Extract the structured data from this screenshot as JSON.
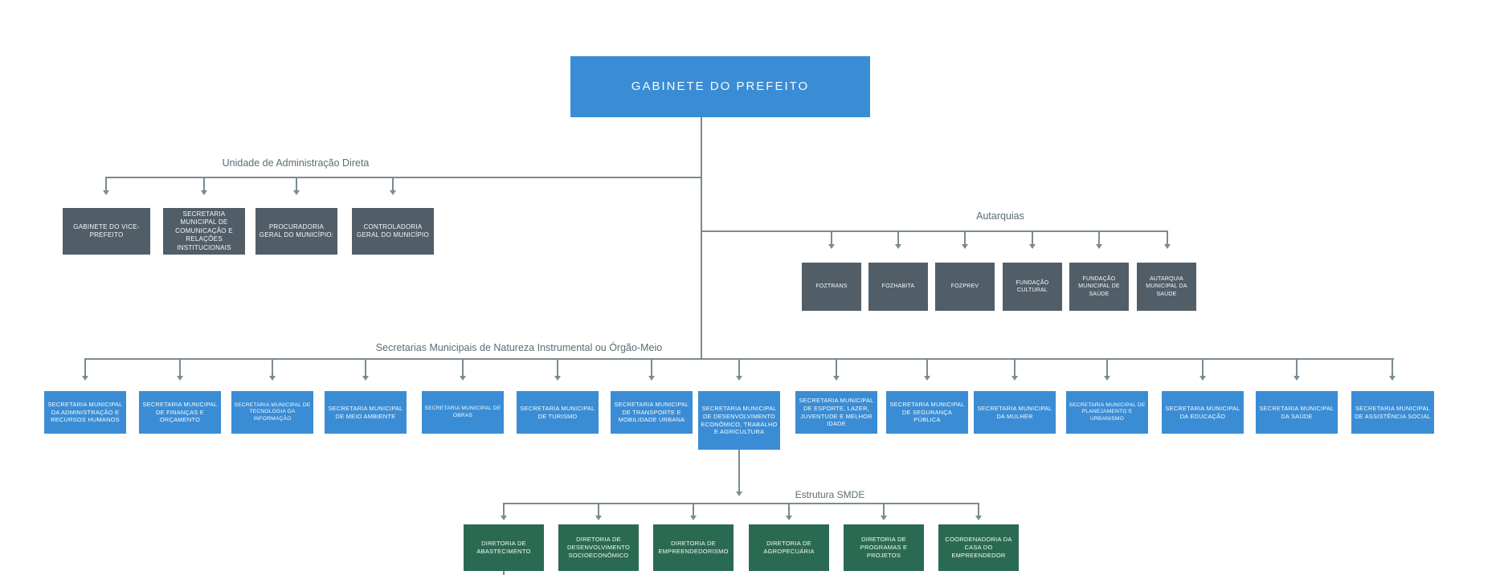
{
  "root": "GABINETE DO PREFEITO",
  "sections": {
    "direta": {
      "label": "Unidade de Administração Direta",
      "boxes": [
        "GABINETE DO VICE-PREFEITO",
        "SECRETARIA MUNICIPAL DE COMUNICAÇÃO E RELAÇÕES INSTITUCIONAIS",
        "PROCURADORIA GERAL DO MUNICÍPIO:",
        "CONTROLADORIA GERAL DO MUNICÍPIO"
      ]
    },
    "autarquias": {
      "label": "Autarquias",
      "boxes": [
        "FOZTRANS",
        "FOZHABITA",
        "FOZPREV",
        "FUNDAÇÃO CULTURAL",
        "FUNDAÇÃO MUNICIPAL DE SAÚDE",
        "AUTARQUIA MUNICIPAL DA SAÚDE"
      ]
    },
    "secretarias": {
      "label": "Secretarias Municipais de Natureza Instrumental ou Órgão-Meio",
      "boxes": [
        "SECRETARIA MUNICIPAL DA ADMINISTRAÇÃO E RECURSOS HUMANOS",
        "SECRETARIA MUNICIPAL DE FINANÇAS E ORÇAMENTO",
        "SECRETARIA MUNICIPAL DE TECNOLOGIA DA INFORMAÇÃO",
        "SECRETARIA MUNICIPAL DE MEIO AMBIENTE",
        "SECRETARIA MUNICIPAL DE OBRAS",
        "SECRETARIA MUNICIPAL DE TURISMO",
        "SECRETARIA MUNICIPAL DE TRANSPORTE E MOBILIDADE URBANA",
        "SECRETARIA MUNICIPAL DE DESENVOLVIMENTO ECONÔMICO, TRABALHO E AGRICULTURA",
        "SECRETARIA MUNICIPAL DE ESPORTE, LAZER, JUVENTUDE E MELHOR IDADE",
        "SECRETARIA MUNICIPAL DE SEGURANÇA PÚBLICA",
        "SECRETARIA MUNICIPAL DA MULHER",
        "SECRETARIA MUNICIPAL DE PLANEJAMENTO E URBANISMO",
        "SECRETARIA MUNICIPAL DA EDUCAÇÃO",
        "SECRETARIA MUNICIPAL DA SAÚDE",
        "SECRETARIA MUNICIPAL DE ASSISTÊNCIA SOCIAL"
      ]
    },
    "smde": {
      "label": "Estrutura SMDE",
      "boxes": [
        "DIRETORIA DE ABASTECIMENTO",
        "DIRETORIA DE DESENVOLVIMENTO SOCIOECONÔMICO",
        "DIRETORIA DE EMPREENDEDORISMO",
        "DIRETORIA DE AGROPECUÁRIA",
        "DIRETORIA DE PROGRAMAS E PROJETOS",
        "COORDENADORIA DA CASA DO EMPREENDEDOR"
      ]
    }
  },
  "colors": {
    "primary_blue": "#3A8DD5",
    "slate_gray": "#515E67",
    "dark_green": "#2B6A52",
    "connector_gray": "#7C8B91",
    "label_text": "#5C6C73"
  }
}
